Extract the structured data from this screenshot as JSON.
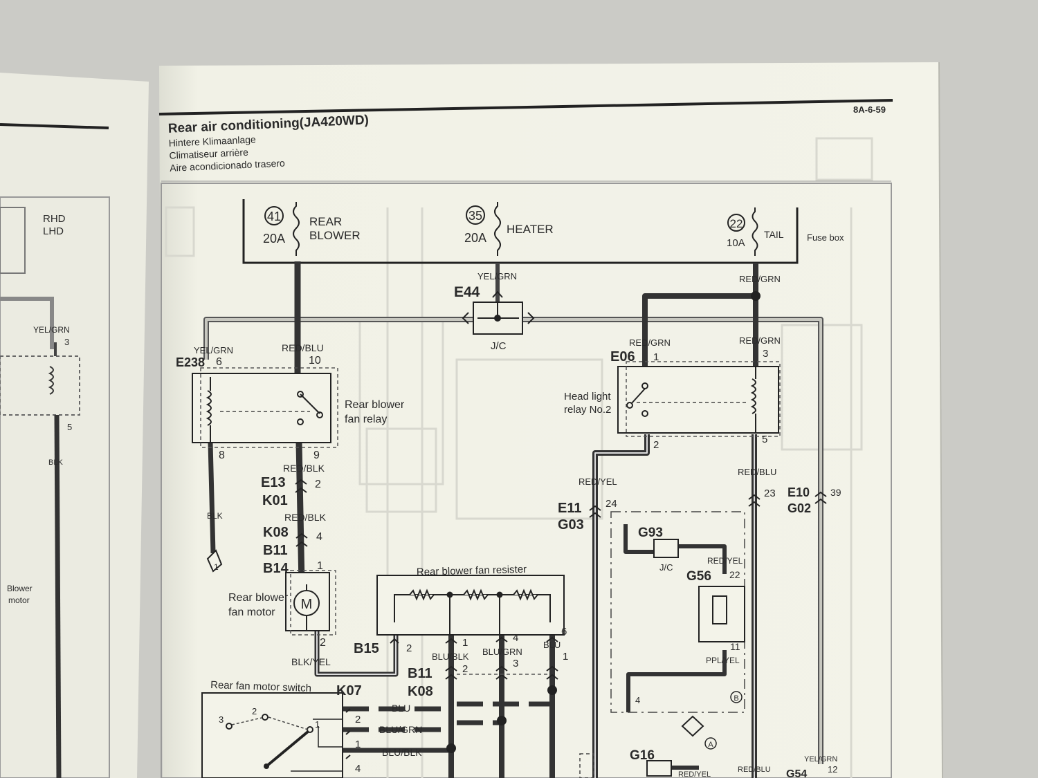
{
  "header": {
    "page_number": "8A-6-59",
    "title": "Rear air conditioning(JA420WD)",
    "subtitles": [
      "Hintere Klimaanlage",
      "Climatiseur arrière",
      "Aire acondicionado trasero"
    ]
  },
  "left_page": {
    "legend": [
      "RHD",
      "LHD"
    ],
    "labels": [
      "YEL/GRN",
      "3",
      "5",
      "BLK",
      "Blower",
      "motor"
    ]
  },
  "fuse_box": {
    "label": "Fuse box",
    "fuses": [
      {
        "number": "41",
        "rating": "20A",
        "name_line1": "REAR",
        "name_line2": "BLOWER"
      },
      {
        "number": "35",
        "rating": "20A",
        "name_line1": "HEATER",
        "name_line2": ""
      },
      {
        "number": "22",
        "rating": "10A",
        "name_line1": "TAIL",
        "name_line2": ""
      }
    ]
  },
  "junction": {
    "connector": "E44",
    "wire": "YEL/GRN",
    "label": "J/C"
  },
  "rear_blower_relay": {
    "name_line1": "Rear blower",
    "name_line2": "fan relay",
    "connector": "E238",
    "pin_in": "6",
    "wire_in": "YEL/GRN",
    "pin_power": "10",
    "wire_power": "RED/BLU",
    "pin_ground": "8",
    "wire_ground": "BLK",
    "pin_out": "9",
    "wire_out": "RED/BLK",
    "ground_ref": "1"
  },
  "motor_path": {
    "conn1_a": "E13",
    "conn1_b": "K01",
    "conn1_pin": "2",
    "wire1": "RED/BLK",
    "conn2_a": "K08",
    "conn2_b": "B11",
    "conn2_c": "B14",
    "conn2_pin1": "4",
    "conn2_pin2": "1"
  },
  "motor": {
    "name_line1": "Rear blower",
    "name_line2": "fan motor",
    "symbol": "M",
    "pin_out": "2",
    "wire_out": "BLK/YEL"
  },
  "resistor": {
    "title": "Rear blower fan resister",
    "connector": "B15",
    "pins": [
      {
        "pin": "2",
        "wire": ""
      },
      {
        "pin": "1",
        "wire": "BLU/BLK"
      },
      {
        "pin": "4",
        "wire": "BLU/GRN"
      },
      {
        "pin": "6",
        "wire": "BLU"
      }
    ]
  },
  "b11_k08": {
    "conn_a": "B11",
    "conn_b": "K08",
    "pins": [
      "2",
      "3",
      "1"
    ]
  },
  "switch": {
    "title": "Rear fan motor switch",
    "connector": "K07",
    "pins": [
      "2",
      "1",
      "4"
    ],
    "contacts": [
      "3",
      "2",
      "1"
    ],
    "wires": [
      "BLU",
      "BLU/GRN",
      "BLU/BLK"
    ]
  },
  "headlight_relay": {
    "name_line1": "Head light",
    "name_line2": "relay No.2",
    "connector": "E06",
    "pin_in": "1",
    "wire_in": "RED/GRN",
    "pin_coil": "3",
    "wire_coil": "RED/GRN",
    "pin_out": "2",
    "pin_coil_out": "5",
    "wire_fuse": "RED/GRN"
  },
  "right_section": {
    "wire_out": "RED/YEL",
    "conn_e11": "E11",
    "conn_g03": "G03",
    "pin_24": "24",
    "wire_coil_out": "RED/BLU",
    "pin_23": "23",
    "conn_e10": "E10",
    "conn_g02": "G02",
    "pin_39": "39",
    "g93": "G93",
    "g93_label": "J/C",
    "g56": "G56",
    "g56_pin1": "22",
    "g56_wire1": "RED/YEL",
    "g56_pin2": "11",
    "g56_wire2": "PPL/YEL",
    "pin_4": "4",
    "mark_b": "B",
    "mark_a": "A",
    "g16": "G16",
    "g16_wire": "RED/YEL",
    "bottom_wire1": "RED/BLU",
    "bottom_wire2": "YEL/GRN",
    "g54": "G54",
    "pin_12": "12"
  }
}
